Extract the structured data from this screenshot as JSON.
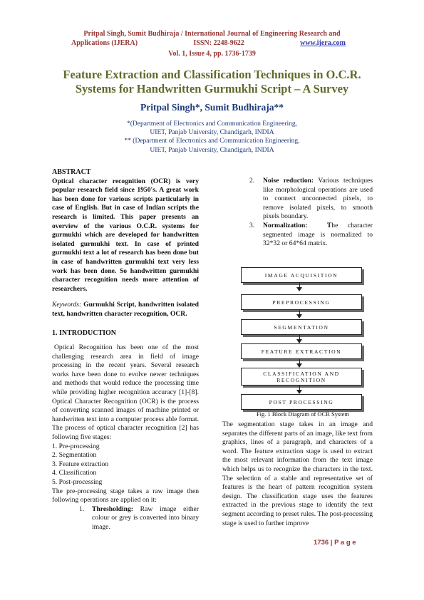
{
  "header": {
    "line1": "Pritpal Singh, Sumit Budhiraja / International Journal of Engineering Research and",
    "line2_left": "Applications (IJERA)",
    "line2_issn": "ISSN: 2248-9622",
    "line2_url": "www.ijera.com",
    "line3": "Vol. 1, Issue 4, pp. 1736-1739"
  },
  "title": {
    "line1": "Feature Extraction and Classification Techniques in O.C.R.",
    "line2": "Systems for Handwritten Gurmukhi Script – A Survey"
  },
  "authors": "Pritpal Singh*, Sumit Budhiraja**",
  "affiliations": [
    "*(Department of Electronics and Communication Engineering,",
    "UIET, Panjab University, Chandigarh, INDIA",
    "** (Department of Electronics and Communication Engineering,",
    "UIET, Panjab University, Chandigarh, INDIA"
  ],
  "abstract": {
    "heading": "ABSTRACT",
    "text": "Optical character recognition (OCR) is very popular research field since 1950's. A great work has been done for various scripts particularly in case of English. But in case of Indian scripts the research is limited.  This paper presents  an overview of the various O.C.R. systems for gurmukhi which are developed for handwritten isolated gurmukhi text. In case of printed gurmukhi text a lot of research has been done but in case of handwritten gurmukhi text very less work has been done. So handwritten gurmukhi character recognition needs more attention of researchers."
  },
  "keywords": {
    "label": "Keywords:",
    "text": "Gurmukhi Script, handwritten isolated text, handwritten character recognition, OCR."
  },
  "intro": {
    "heading": "1. INTRODUCTION",
    "para1": "Optical Recognition has been one of the most challenging research area in field of image processing in the recent years. Several research works have been done to evolve newer techniques and methods that would reduce the processing time while providing higher recognition accuracy [1]-[8]. Optical Character Recognition (OCR) is the process of converting scanned   images of machine printed or handwritten text into a computer process able format. The process of optical character recognition [2] has following five stages:",
    "stages": [
      "1. Pre-processing",
      "2. Segmentation",
      "3. Feature extraction",
      "4. Classification",
      "5. Post-processing"
    ],
    "para2": "The pre-processing stage takes a raw image then following operations are applied on it:",
    "op1_num": "1.",
    "op1_title": "Thresholding:",
    "op1_text": "Raw image either colour or grey is converted into binary image."
  },
  "right_list": [
    {
      "num": "2.",
      "title": "Noise reduction:",
      "text": "Various techniques like morphological operations are used to connect unconnected pixels, to remove isolated pixels, to smooth pixels boundary."
    },
    {
      "num": "3.",
      "title": "Normalization:",
      "title_rest": "T",
      "text": "he character segmented image is normalized to 32*32 or 64*64 matrix."
    }
  ],
  "flowchart": {
    "boxes": [
      "Image acquisition",
      "Preprocessing",
      "Segmentation",
      "Feature extraction",
      "Classification and Recognition",
      "Post processing"
    ]
  },
  "figure_caption": "Fig. 1 Block Diagram of OCR System",
  "right_para": "The segmentation stage takes in an image and separates the different parts of an image, like text from graphics, lines of a paragraph, and characters of a word. The feature extraction stage is used to extract the most relevant information from the text image which helps us to recognize the characters in the text. The selection of a stable and representative set of features is the heart of pattern recognition system design. The classification stage uses the features extracted in the previous stage to identify the text segment according to preset rules. The post-processing stage is used to further improve",
  "footer": {
    "page": "1736",
    "sep": "|",
    "label": "P a g e"
  }
}
